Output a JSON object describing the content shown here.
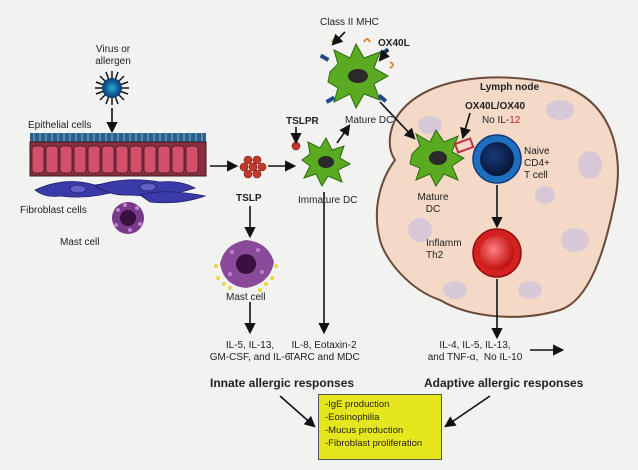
{
  "labels": {
    "virus": "Virus or\nallergen",
    "epithelial": "Epithelial cells",
    "fibroblast": "Fibroblast cells",
    "mast_cell_1": "Mast cell",
    "tslp": "TSLP",
    "mast_cell_2": "Mast cell",
    "tslpr": "TSLPR",
    "immature_dc": "Immature DC",
    "mature_dc_top": "Mature DC",
    "class_ii_mhc": "Class II MHC",
    "ox40l": "OX40L",
    "lymph_node": "Lymph node",
    "ox40l_ox40": "OX40L/OX40",
    "no_il12_prefix": "No IL-",
    "no_il12_num": "12",
    "mature_dc_node": "Mature\nDC",
    "naive": "Naive\nCD4+\nT cell",
    "inflamm": "Inflamm\nTh2",
    "cytokines_mast": "IL-5, IL-13,\nGM-CSF, and IL-6",
    "cytokines_dc": "IL-8, Eotaxin-2\nTARC and MDC",
    "cytokines_th2": "IL-4, IL-5, IL-13,\nand TNF-α,  No IL-10",
    "innate": "Innate allergic responses",
    "adaptive": "Adaptive allergic responses"
  },
  "outcomes": [
    "-IgE production",
    "-Eosinophilia",
    "-Mucus production",
    "-Fibroblast proliferation"
  ],
  "colors": {
    "dc_green": "#5aaa22",
    "tslp_red": "#c0392b",
    "mast_purple": "#7a3a8a",
    "lymph_fill": "#f3d9c6",
    "outcome_box": "#e6e61f",
    "naive_blue": "#1f6fc0",
    "th2_red": "#d42020"
  }
}
